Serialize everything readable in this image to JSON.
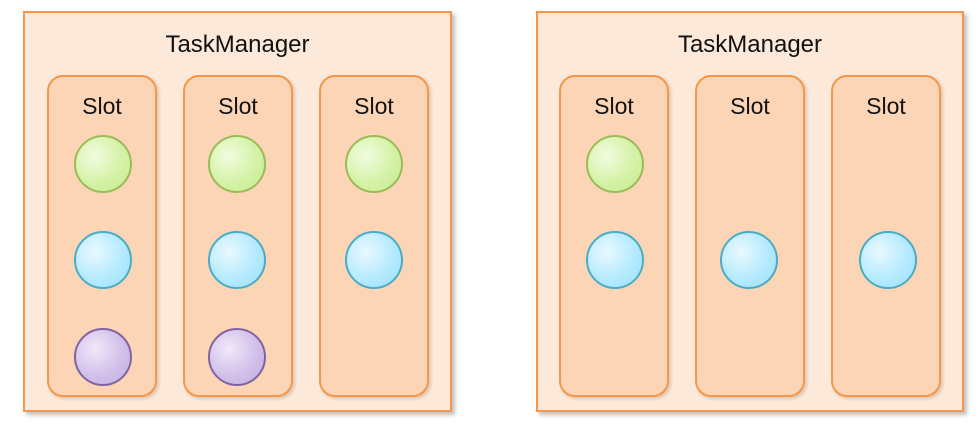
{
  "taskmanagers": [
    {
      "title": "TaskManager",
      "slots": [
        {
          "label": "Slot",
          "tasks": [
            "green",
            "blue",
            "purple"
          ]
        },
        {
          "label": "Slot",
          "tasks": [
            "green",
            "blue",
            "purple"
          ]
        },
        {
          "label": "Slot",
          "tasks": [
            "green",
            "blue"
          ]
        }
      ]
    },
    {
      "title": "TaskManager",
      "slots": [
        {
          "label": "Slot",
          "tasks": [
            "green",
            "blue"
          ]
        },
        {
          "label": "Slot",
          "tasks": [
            "blue"
          ]
        },
        {
          "label": "Slot",
          "tasks": [
            "blue"
          ]
        }
      ]
    }
  ],
  "colors": {
    "taskmanager_fill": "#fde9d9",
    "slot_fill": "#fbd5b5",
    "border": "#f79646",
    "green_task": "#d4f2a6",
    "blue_task": "#b5eaff",
    "purple_task": "#d2c0ea"
  }
}
